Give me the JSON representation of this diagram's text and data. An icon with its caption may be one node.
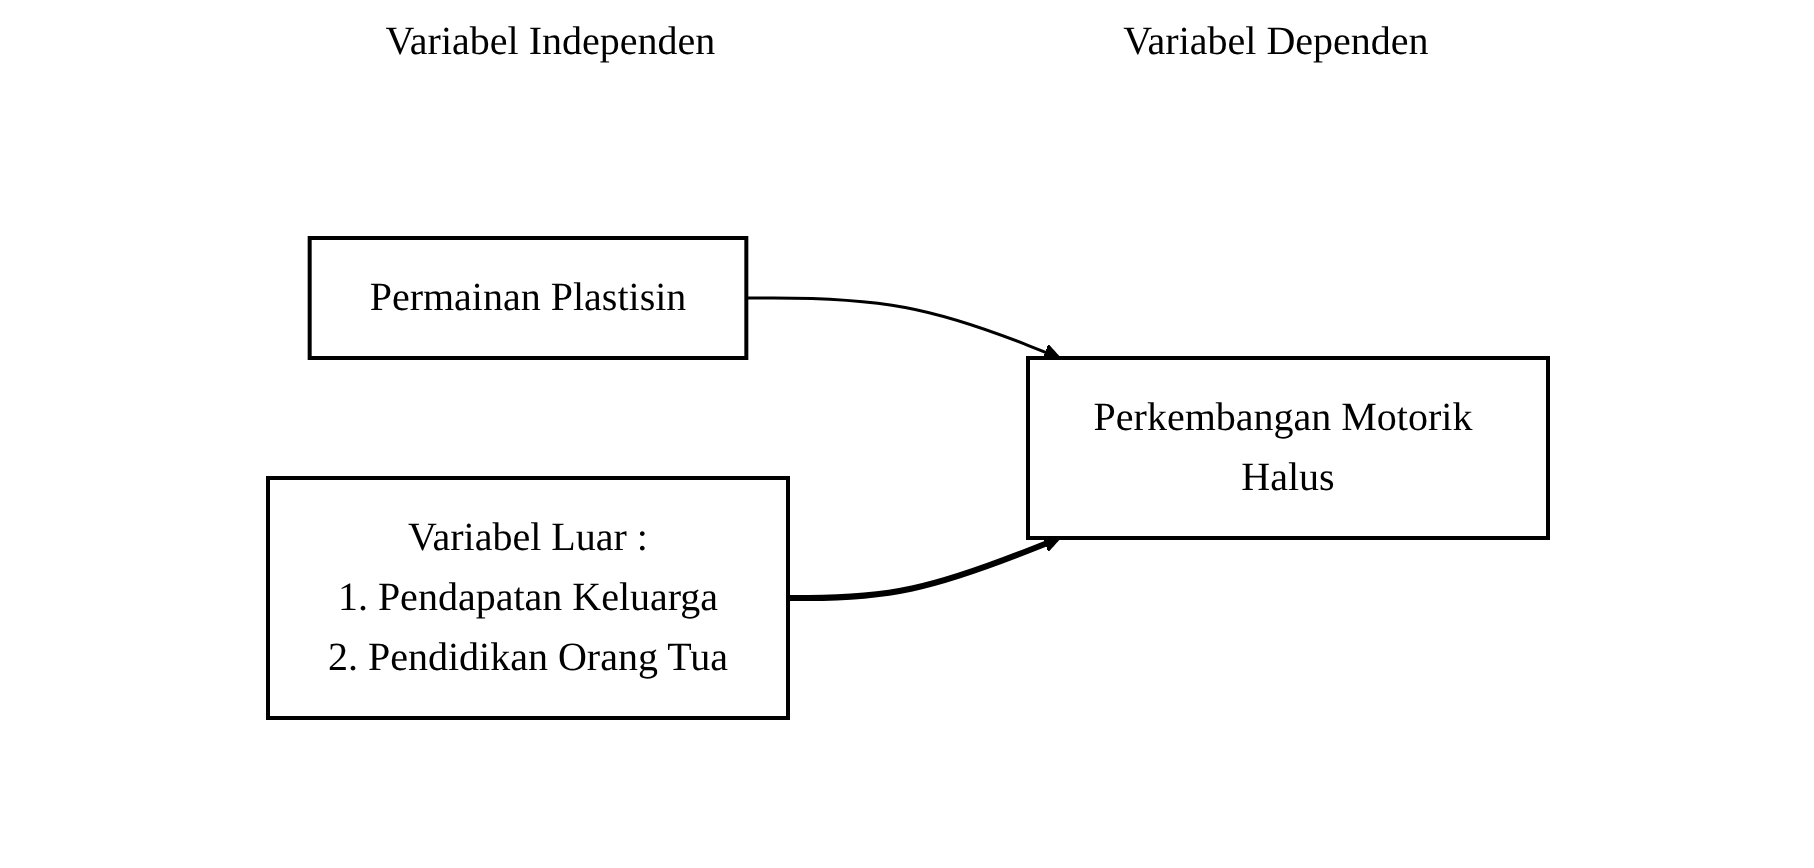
{
  "diagram": {
    "nodes": [
      {
        "text": [
          "Permainan Plastisin"
        ]
      },
      {
        "text": [
          "Perkembangan Motorik Halus"
        ]
      },
      {
        "text": [
          "Variabel Luar :",
          "1. Pendapatan Keluarga",
          "2. Pendidikan Orang Tua"
        ]
      }
    ],
    "edges": [
      {
        "from": 0,
        "to": 1,
        "arrow": "to"
      },
      {
        "from": 2,
        "to": 1,
        "arrow": "to",
        "style": "thick"
      }
    ],
    "labels": [
      "Variabel Independen",
      "Variabel Dependen"
    ]
  }
}
